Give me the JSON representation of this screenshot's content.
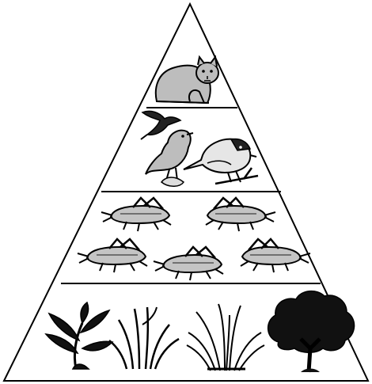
{
  "diagram": {
    "type": "food-pyramid",
    "levels": [
      {
        "level": "apex",
        "organisms": [
          {
            "icon": "wildcat-icon",
            "count": 1
          }
        ]
      },
      {
        "level": "secondary-consumers",
        "organisms": [
          {
            "icon": "flying-bird-icon",
            "count": 1
          },
          {
            "icon": "sparrow-icon",
            "count": 1
          },
          {
            "icon": "chickadee-icon",
            "count": 1
          }
        ]
      },
      {
        "level": "primary-consumers",
        "organisms": [
          {
            "icon": "grasshopper-icon",
            "count": 5
          }
        ]
      },
      {
        "level": "producers",
        "organisms": [
          {
            "icon": "leafy-shrub-icon",
            "count": 1
          },
          {
            "icon": "grass-clump-icon",
            "count": 1
          },
          {
            "icon": "tall-grass-icon",
            "count": 1
          },
          {
            "icon": "tree-icon",
            "count": 1
          }
        ]
      }
    ],
    "colors": {
      "outline": "#000000",
      "fill": "#ffffff",
      "organism_fill": "#bdbdbd",
      "plant_fill": "#111111"
    }
  }
}
